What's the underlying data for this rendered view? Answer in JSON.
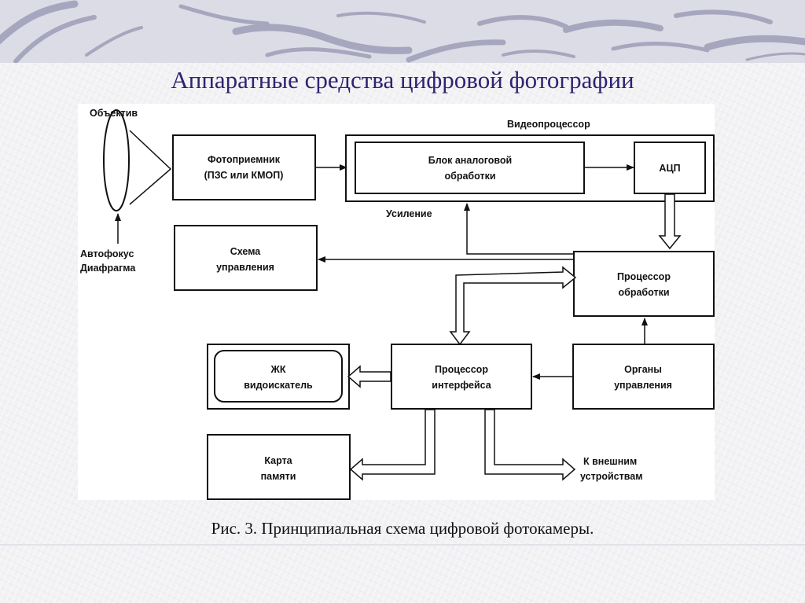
{
  "slide": {
    "title": "Аппаратные средства цифровой фотографии",
    "caption": "Рис. 3. Принципиальная схема цифровой фотокамеры."
  },
  "diagram": {
    "lens_label": "Объектив",
    "autofocus": [
      "Автофокус",
      "Диафрагма"
    ],
    "photoreceiver": [
      "Фотоприемник",
      "(ПЗС или КМОП)"
    ],
    "videoprocessor_label": "Видеопроцессор",
    "analog_block": [
      "Блок аналоговой",
      "обработки"
    ],
    "adc": "АЦП",
    "gain_label": "Усиление",
    "control_scheme": [
      "Схема",
      "управления"
    ],
    "processing_cpu": [
      "Процессор",
      "обработки"
    ],
    "lcd_finder": [
      "ЖК",
      "видоискатель"
    ],
    "interface_cpu": [
      "Процессор",
      "интерфейса"
    ],
    "controls": [
      "Органы",
      "управления"
    ],
    "memory_card": [
      "Карта",
      "памяти"
    ],
    "external": [
      "К внешним",
      "устройствам"
    ]
  },
  "colors": {
    "title": "#2e2470",
    "banner": "#dcdce6",
    "swirl": "#a6a6be",
    "line": "#111111"
  }
}
